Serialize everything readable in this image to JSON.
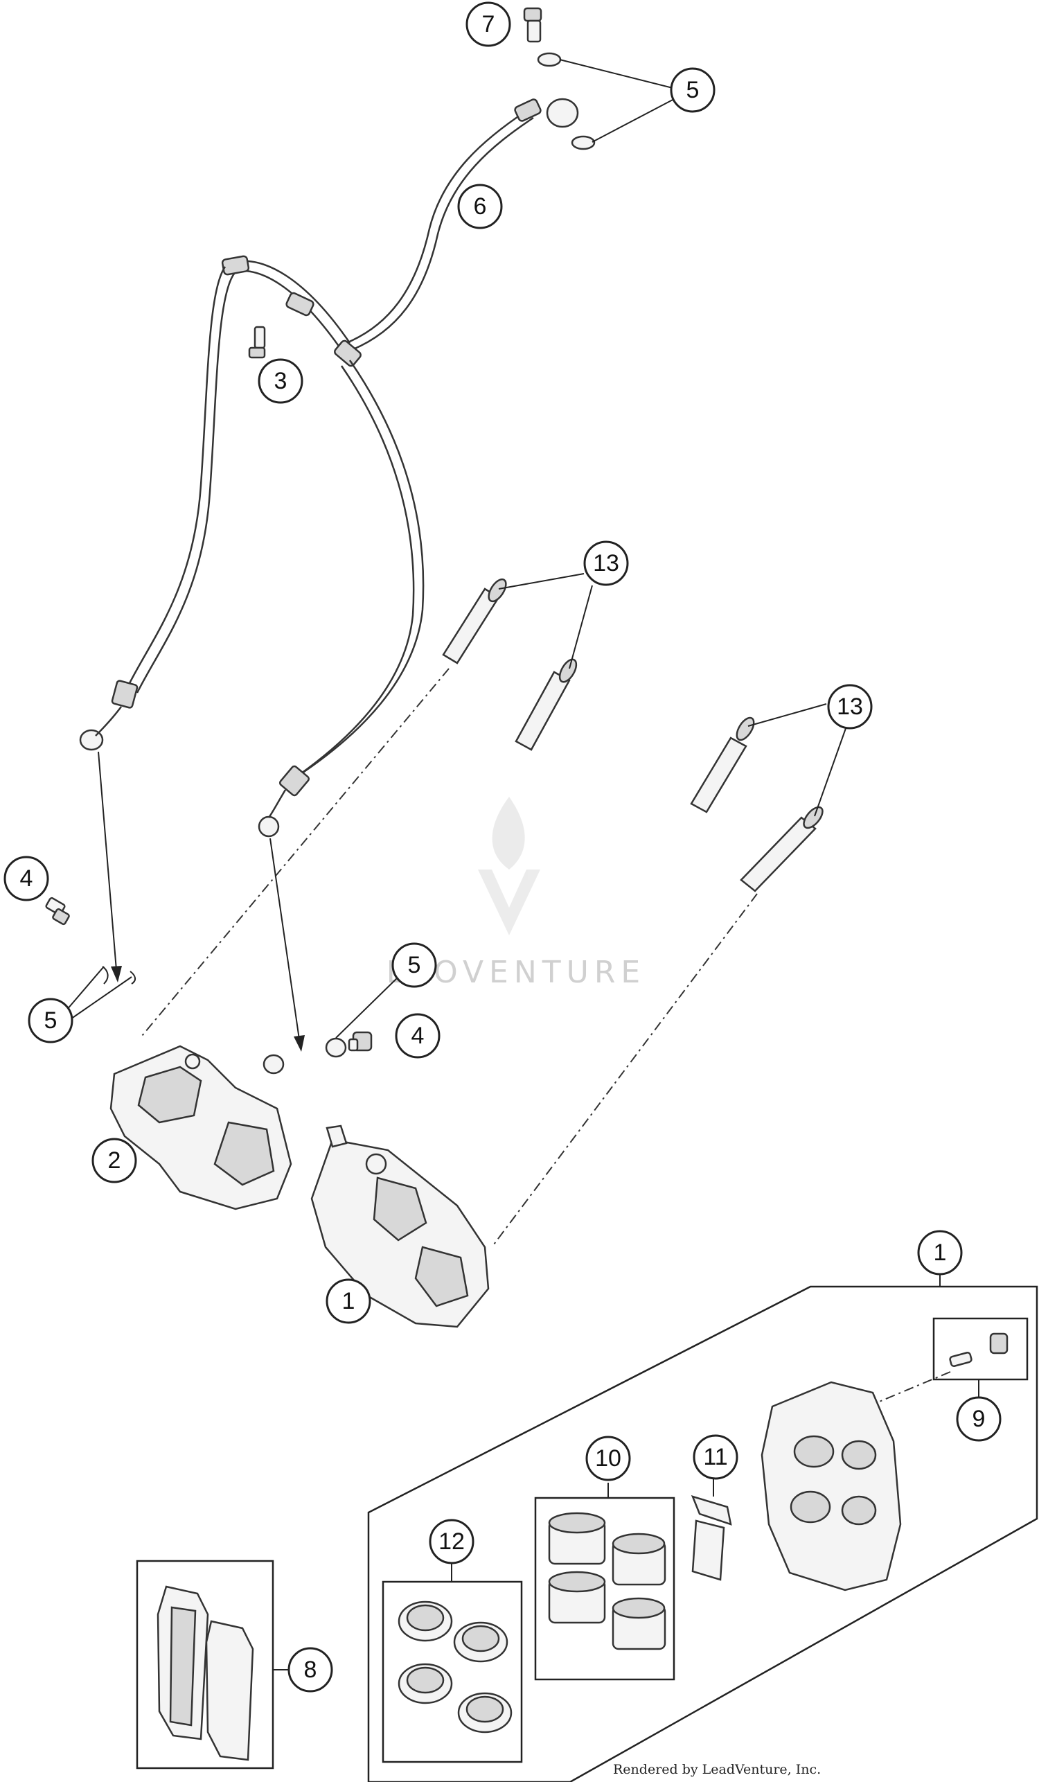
{
  "watermark": {
    "text": "LEOVENTURE"
  },
  "credit": {
    "text": "Rendered by LeadVenture, Inc."
  },
  "callouts": {
    "c7": "7",
    "c5_top": "5",
    "c6": "6",
    "c3": "3",
    "c13_a": "13",
    "c13_b": "13",
    "c4_left": "4",
    "c5_left": "5",
    "c5_mid": "5",
    "c4_mid": "4",
    "c2": "2",
    "c1_main": "1",
    "c1_kit": "1",
    "c9": "9",
    "c10": "10",
    "c11": "11",
    "c12": "12",
    "c8": "8"
  }
}
